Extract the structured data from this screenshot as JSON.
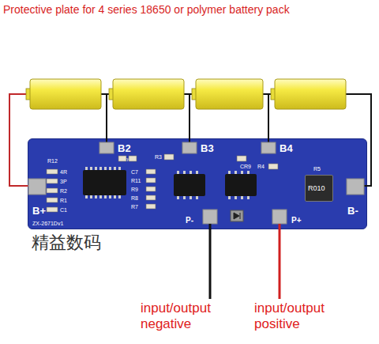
{
  "diagram": {
    "title": "Protective plate for 4 series 18650 or polymer battery pack",
    "nodes": [
      {
        "text": [
          "B2",
          "B3",
          "B4",
          "B+",
          "B-",
          "P-",
          "P+",
          "R12",
          "R3",
          "RnC3",
          "C7",
          "R11",
          "R9",
          "R8",
          "R7",
          "4R",
          "3P",
          "R2",
          "R1",
          "C1",
          "CR9",
          "R4",
          "ZX-2671Dv1"
        ]
      },
      {
        "text": [
          "R5",
          "R010"
        ],
        "in": 0
      }
    ],
    "labels": [
      "精益数码",
      "input/output negative",
      "input/output positive"
    ]
  }
}
